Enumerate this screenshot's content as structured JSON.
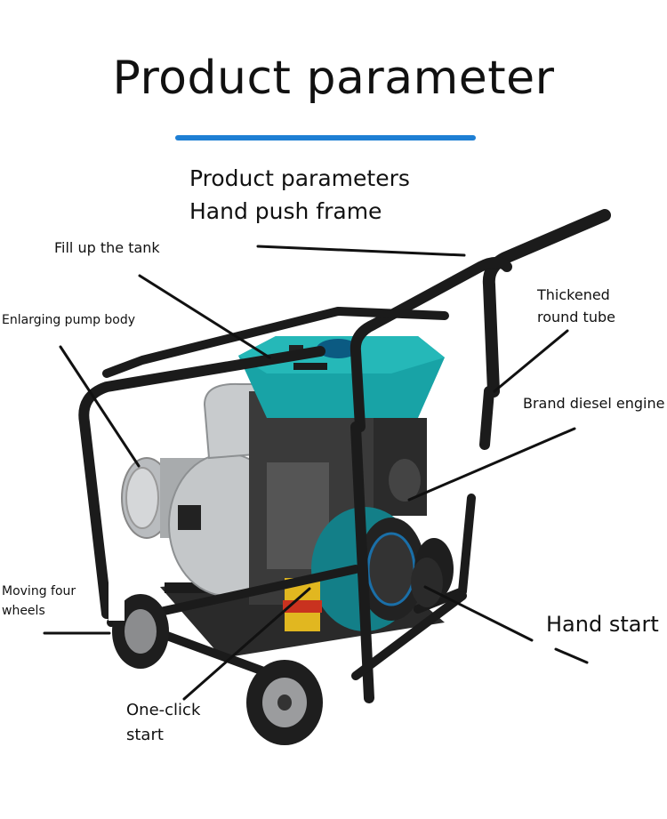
{
  "title": "Product parameter",
  "accent_color": "#1e7fd4",
  "subheading": {
    "line1": "Product parameters",
    "line2": "Hand push frame"
  },
  "callouts": {
    "fill_tank": "Fill up the tank",
    "pump_body": "Enlarging pump body",
    "thickened_1": "Thickened",
    "thickened_2": "round tube",
    "diesel_engine": "Brand diesel engine",
    "wheels_1": "Moving four",
    "wheels_2": "wheels",
    "hand_start": "Hand start",
    "one_click_1": "One-click",
    "one_click_2": "start"
  },
  "colors": {
    "tank_teal": "#18a3a6",
    "frame_black": "#1b1b1b",
    "pump_silver": "#b9bcbf"
  }
}
